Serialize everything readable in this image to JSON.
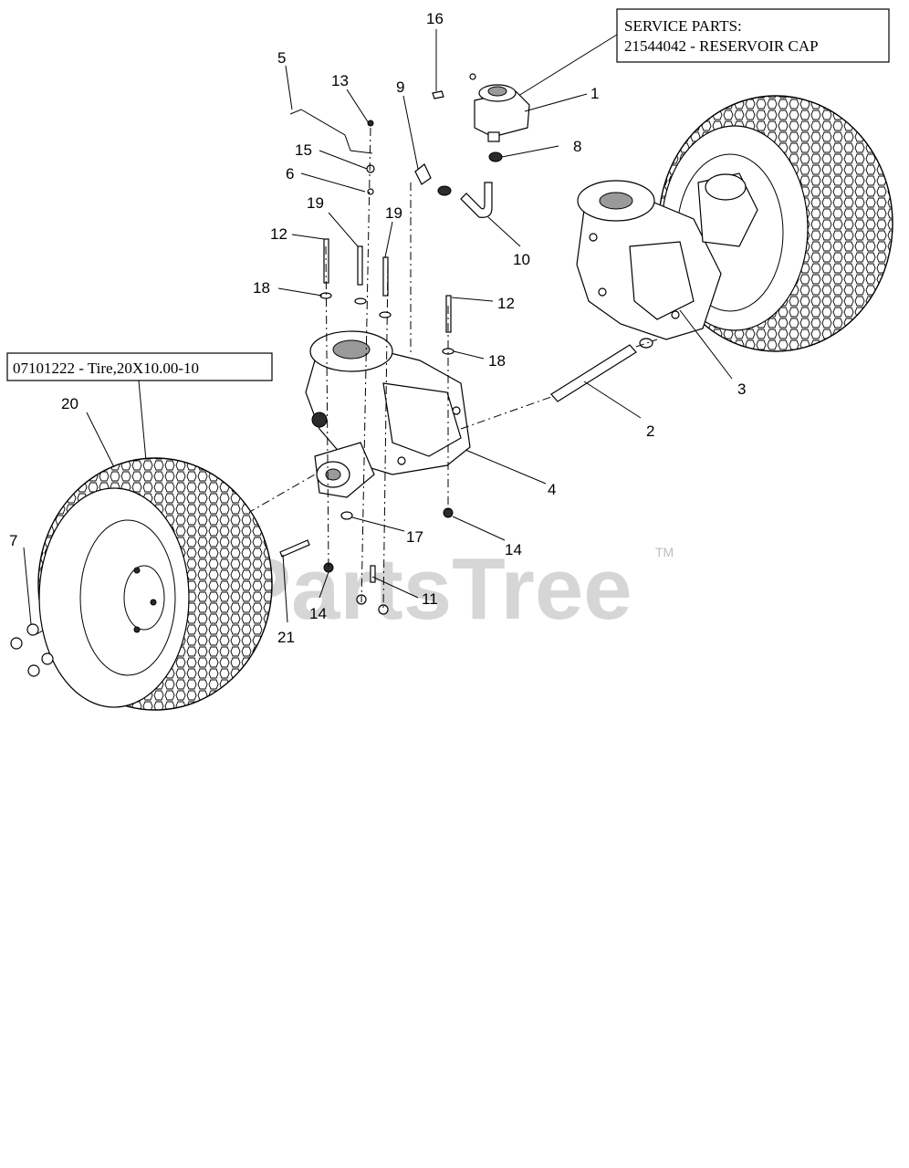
{
  "service_box": {
    "line1": "SERVICE PARTS:",
    "line2": "21544042 - RESERVOIR CAP"
  },
  "tire_box": {
    "text": "07101222 - Tire,20X10.00-10"
  },
  "watermark": {
    "text": "PartsTree",
    "tm": "TM"
  },
  "callouts": [
    {
      "id": "c1",
      "label": "1"
    },
    {
      "id": "c2",
      "label": "2"
    },
    {
      "id": "c3",
      "label": "3"
    },
    {
      "id": "c4",
      "label": "4"
    },
    {
      "id": "c5",
      "label": "5"
    },
    {
      "id": "c6",
      "label": "6"
    },
    {
      "id": "c7",
      "label": "7"
    },
    {
      "id": "c8",
      "label": "8"
    },
    {
      "id": "c9",
      "label": "9"
    },
    {
      "id": "c10",
      "label": "10"
    },
    {
      "id": "c11",
      "label": "11"
    },
    {
      "id": "c12a",
      "label": "12"
    },
    {
      "id": "c12b",
      "label": "12"
    },
    {
      "id": "c13",
      "label": "13"
    },
    {
      "id": "c14a",
      "label": "14"
    },
    {
      "id": "c14b",
      "label": "14"
    },
    {
      "id": "c15",
      "label": "15"
    },
    {
      "id": "c16",
      "label": "16"
    },
    {
      "id": "c17",
      "label": "17"
    },
    {
      "id": "c18a",
      "label": "18"
    },
    {
      "id": "c18b",
      "label": "18"
    },
    {
      "id": "c19a",
      "label": "19"
    },
    {
      "id": "c19b",
      "label": "19"
    },
    {
      "id": "c20",
      "label": "20"
    },
    {
      "id": "c21",
      "label": "21"
    }
  ]
}
